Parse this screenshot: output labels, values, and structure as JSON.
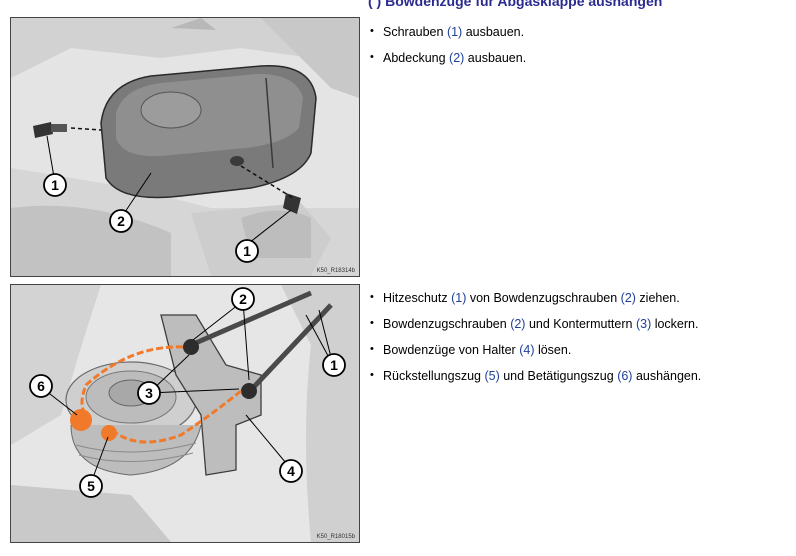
{
  "heading": "( ) Bowdenzüge für Abgasklappe aushängen",
  "figures": [
    {
      "id_label": "K50_R18314b",
      "callouts": [
        "1",
        "2",
        "1"
      ]
    },
    {
      "id_label": "K50_R18015b",
      "callouts": [
        "2",
        "1",
        "3",
        "6",
        "5",
        "4"
      ]
    }
  ],
  "steps_group1": [
    {
      "parts": [
        "Schrauben ",
        "(1)",
        " ausbauen."
      ]
    },
    {
      "parts": [
        "Abdeckung ",
        "(2)",
        " ausbauen."
      ]
    }
  ],
  "steps_group2": [
    {
      "parts": [
        "Hitzeschutz ",
        "(1)",
        " von Bowdenzugschrauben ",
        "(2)",
        " ziehen."
      ]
    },
    {
      "parts": [
        "Bowdenzugschrauben ",
        "(2)",
        " und Kontermuttern ",
        "(3)",
        " lockern."
      ]
    },
    {
      "parts": [
        "Bowdenzüge von Halter ",
        "(4)",
        " lösen."
      ]
    },
    {
      "parts": [
        "Rückstellungszug ",
        "(5)",
        " und Betätigungszug ",
        "(6)",
        " aushängen."
      ]
    }
  ],
  "colors": {
    "heading": "#2b2b8f",
    "reference": "#1f3f9a",
    "highlight": "#f07a2a"
  }
}
